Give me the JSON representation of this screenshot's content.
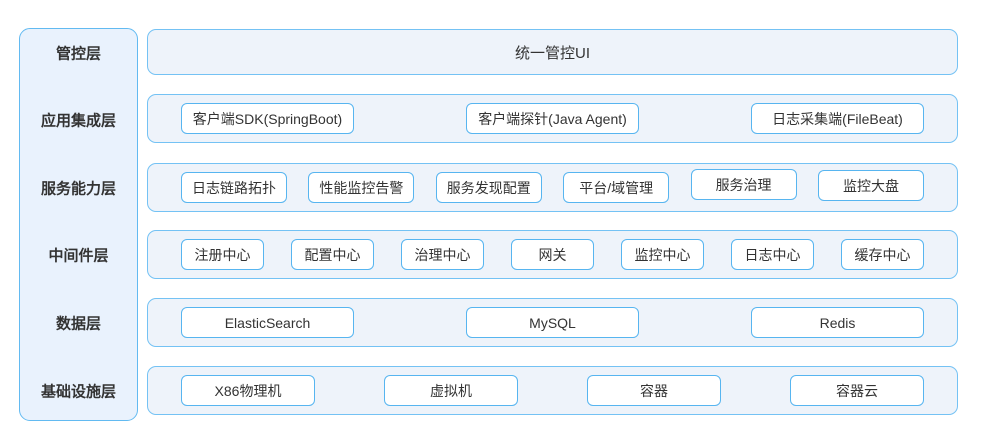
{
  "diagram": {
    "type": "layered-architecture",
    "colors": {
      "background": "#ffffff",
      "sidebar_fill": "#e9f2fd",
      "sidebar_border": "#62baf1",
      "panel_fill": "#eef3fa",
      "panel_border": "#74c2f4",
      "box_fill": "#ffffff",
      "box_border": "#57b5f0",
      "text": "#333333"
    }
  },
  "layers": [
    {
      "name": "管控层",
      "boxes": [
        "统一管控UI"
      ]
    },
    {
      "name": "应用集成层",
      "boxes": [
        "客户端SDK(SpringBoot)",
        "客户端探针(Java Agent)",
        "日志采集端(FileBeat)"
      ]
    },
    {
      "name": "服务能力层",
      "boxes": [
        "日志链路拓扑",
        "性能监控告警",
        "服务发现配置",
        "平台/域管理",
        "服务治理",
        "监控大盘"
      ]
    },
    {
      "name": "中间件层",
      "boxes": [
        "注册中心",
        "配置中心",
        "治理中心",
        "网关",
        "监控中心",
        "日志中心",
        "缓存中心"
      ]
    },
    {
      "name": "数据层",
      "boxes": [
        "ElasticSearch",
        "MySQL",
        "Redis"
      ]
    },
    {
      "name": "基础设施层",
      "boxes": [
        "X86物理机",
        "虚拟机",
        "容器",
        "容器云"
      ]
    }
  ]
}
